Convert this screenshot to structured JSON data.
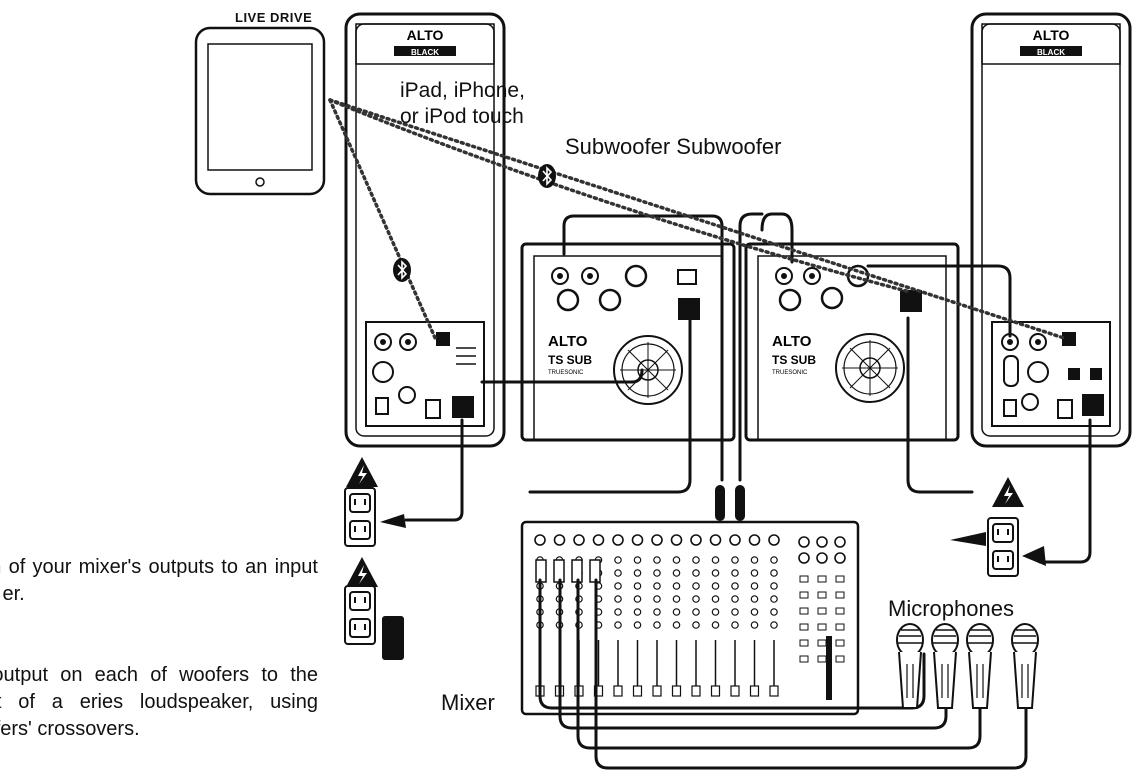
{
  "labels": {
    "live_drive": "LIVE DRIVE",
    "ipad_line1": "iPad, iPhone,",
    "ipad_line2": "or iPod touch",
    "subwoofer_pair": "Subwoofer Subwoofer",
    "microphones": "Microphones",
    "mixer": "Mixer"
  },
  "speakers": {
    "brand": "ALTO",
    "series": "BLACK"
  },
  "subwoofers": {
    "brand": "ALTO",
    "model": "TS SUB",
    "subline": "TRUESONIC"
  },
  "instructions": [
    "each of your mixer's outputs to an input on a er.",
    "an output on each of woofers to the input of a eries loudspeaker, using woofers' crossovers."
  ],
  "icons": [
    "bluetooth-icon",
    "warning-icon",
    "power-outlet-icon",
    "microphone-icon"
  ],
  "colors": {
    "line": "#111111",
    "background": "#ffffff"
  }
}
